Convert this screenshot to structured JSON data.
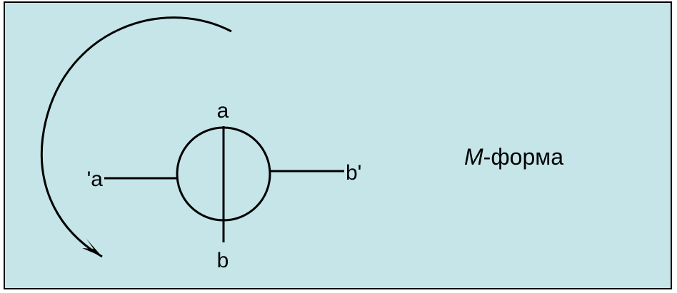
{
  "diagram": {
    "background_color": "#c5e5e8",
    "stroke_color": "#000000",
    "labels": {
      "top": "a",
      "bottom": "b",
      "left": "'a",
      "right": "b'"
    },
    "caption": {
      "italic_part": "M",
      "rest": "-форма"
    }
  }
}
